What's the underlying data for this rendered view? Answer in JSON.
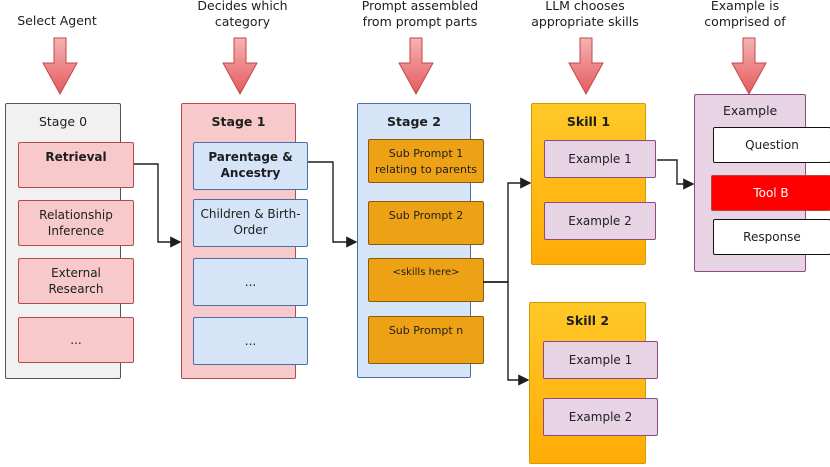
{
  "captions": [
    {
      "id": "select-agent",
      "text": "Select Agent"
    },
    {
      "id": "decides-category",
      "text": "Decides which\ncategory"
    },
    {
      "id": "prompt-assembled",
      "text": "Prompt assembled\nfrom prompt parts"
    },
    {
      "id": "llm-chooses",
      "text": "LLM chooses\nappropriate skills"
    },
    {
      "id": "example-comprised",
      "text": "Example is\ncomprised of"
    }
  ],
  "stage0": {
    "title": "Stage 0",
    "items": [
      "Retrieval",
      "Relationship Inference",
      "External Research",
      "..."
    ]
  },
  "stage1": {
    "title": "Stage 1",
    "items": [
      "Parentage & Ancestry",
      "Children & Birth-Order",
      "...",
      "..."
    ]
  },
  "stage2": {
    "title": "Stage 2",
    "items": [
      "Sub Prompt 1 relating to parents",
      "Sub Prompt 2",
      "<skills here>",
      "Sub Prompt n"
    ]
  },
  "skill1": {
    "title": "Skill 1",
    "items": [
      "Example 1",
      "Example 2"
    ]
  },
  "skill2": {
    "title": "Skill 2",
    "items": [
      "Example 1",
      "Example 2"
    ]
  },
  "example": {
    "title": "Example",
    "items": [
      "Question",
      "Tool B",
      "Response"
    ]
  },
  "colors": {
    "arrow_fill": "#e8686b",
    "stage0_bg": "#f1f1f1",
    "pink": "#f7c9ca",
    "blue": "#d6e4f7",
    "orange": "#eda115",
    "yellow": "#ffc928",
    "purple": "#e7d3e4",
    "tool_red": "#ff0000"
  }
}
